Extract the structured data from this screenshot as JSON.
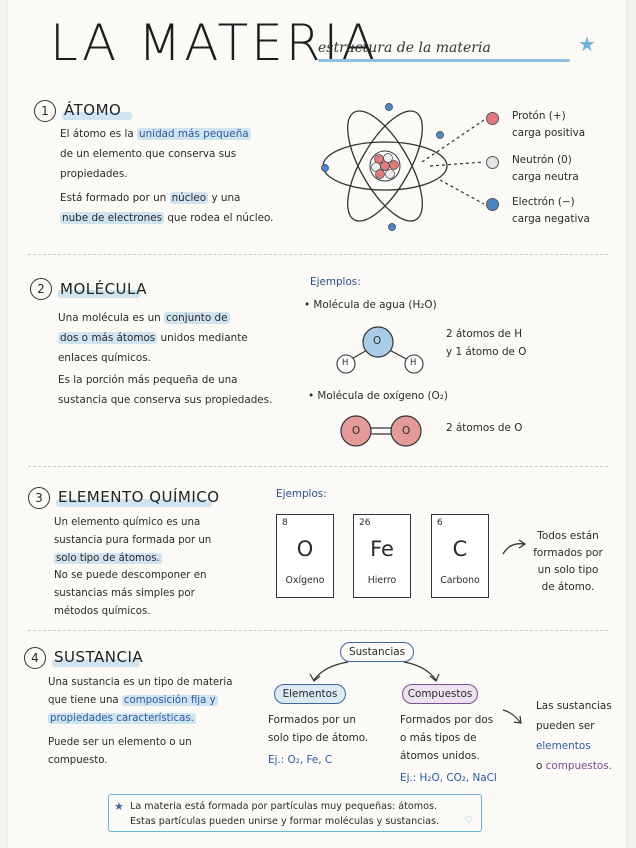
{
  "header": {
    "title": "LA MATERIA",
    "subtitle": "estructura de la materia"
  },
  "atomo": {
    "num": "1",
    "title": "ÁTOMO",
    "p1": [
      "El átomo es la ",
      "unidad más pequeña",
      " de un elemento que conserva sus propiedades."
    ],
    "p1_l1a": "El átomo es la",
    "p1_l1b": "unidad más pequeña",
    "p1_l2": "de un elemento que conserva sus",
    "p1_l3": "propiedades.",
    "p2_l1a": "Está formado por un",
    "p2_l1b": "núcleo",
    "p2_l1c": "y una",
    "p2_l2a": "nube de electrones",
    "p2_l2b": "que rodea el núcleo.",
    "legend": [
      {
        "label": "Protón (+)",
        "sub": "carga positiva",
        "color": "#e07d7b"
      },
      {
        "label": "Neutrón (0)",
        "sub": "carga neutra",
        "color": "#e5e5e5"
      },
      {
        "label": "Electrón (−)",
        "sub": "carga negativa",
        "color": "#4d86c4"
      }
    ]
  },
  "molecula": {
    "num": "2",
    "title": "MOLÉCULA",
    "l1a": "Una molécula es un",
    "l1b": "conjunto de",
    "l2a": "dos o más átomos",
    "l2b": "unidos mediante",
    "l3": "enlaces químicos.",
    "l4": "Es la porción más pequeña de una",
    "l5": "sustancia que conserva sus propiedades.",
    "examples_head": "Ejemplos:",
    "ex1": "• Molécula de agua (H₂O)",
    "ex1_note1": "2 átomos de H",
    "ex1_note2": "y 1 átomo de O",
    "ex2": "• Molécula de oxígeno (O₂)",
    "ex2_note": "2 átomos de O",
    "atom_o": "O",
    "atom_h": "H"
  },
  "elemento": {
    "num": "3",
    "title": "ELEMENTO QUÍMICO",
    "l1": "Un elemento químico es una",
    "l2": "sustancia pura formada por un",
    "l3": "solo tipo de átomos.",
    "l4": "No se puede descomponer en",
    "l5": "sustancias más simples por",
    "l6": "métodos químicos.",
    "examples_head": "Ejemplos:",
    "boxes": [
      {
        "n": "8",
        "sym": "O",
        "name": "Oxígeno"
      },
      {
        "n": "26",
        "sym": "Fe",
        "name": "Hierro"
      },
      {
        "n": "6",
        "sym": "C",
        "name": "Carbono"
      }
    ],
    "side": [
      "Todos están",
      "formados por",
      "un solo tipo",
      "de átomo."
    ]
  },
  "sustancia": {
    "num": "4",
    "title": "SUSTANCIA",
    "l1": "Una sustancia es un tipo de materia",
    "l2a": "que tiene una",
    "l2b": "composición fija y",
    "l3": "propiedades características.",
    "l4": "Puede ser un elemento o un",
    "l5": "compuesto.",
    "root": "Sustancias",
    "left_pill": "Elementos",
    "right_pill": "Compuestos",
    "left_text": [
      "Formados por un",
      "solo tipo de átomo."
    ],
    "left_ex": "Ej.: O₂, Fe, C",
    "right_text": [
      "Formados por dos",
      "o más tipos de",
      "átomos unidos."
    ],
    "right_ex": "Ej.: H₂O, CO₂, NaCl",
    "side_l1": "Las sustancias",
    "side_l2": "pueden ser",
    "side_l3": "elementos",
    "side_l4a": "o",
    "side_l4b": "compuestos."
  },
  "note": {
    "l1": "La materia está formada por partículas muy pequeñas: átomos.",
    "l2": "Estas partículas pueden unirse y formar moléculas y sustancias."
  },
  "colors": {
    "accent": "#2b5c9f",
    "highlight": "#cfe3f1",
    "proton": "#e07d7b",
    "electron": "#4d86c4"
  }
}
